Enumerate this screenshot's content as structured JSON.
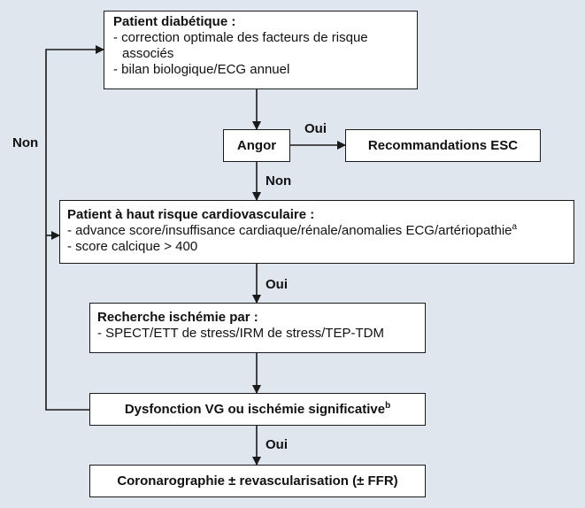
{
  "colors": {
    "background": "#dfe6ee",
    "box": "#ffffff",
    "line": "#1a1a1a"
  },
  "nodes": {
    "diabetic": {
      "title": "Patient diabétique :",
      "lines": [
        "- correction optimale des facteurs de risque",
        "associés",
        "- bilan biologique/ECG annuel"
      ]
    },
    "angor": {
      "label": "Angor"
    },
    "esc": {
      "label": "Recommandations ESC"
    },
    "high_risk": {
      "title": "Patient à haut risque cardiovasculaire :",
      "line1": "- advance score/insuffisance cardiaque/rénale/anomalies ECG/artériopathie",
      "line1_sup": "a",
      "line2": "- score calcique > 400"
    },
    "ischemia_search": {
      "title": "Recherche ischémie par :",
      "lines": [
        "- SPECT/ETT de stress/IRM de stress/TEP-TDM"
      ]
    },
    "dysfunction": {
      "label": "Dysfonction VG ou ischémie significative",
      "sup": "b"
    },
    "coronaro": {
      "label": "Coronarographie ± revascularisation (± FFR)"
    }
  },
  "edge_labels": {
    "angor_esc": "Oui",
    "angor_highrisk": "Non",
    "highrisk_search": "Oui",
    "dysfunction_coronaro": "Oui",
    "loop_back": "Non"
  }
}
